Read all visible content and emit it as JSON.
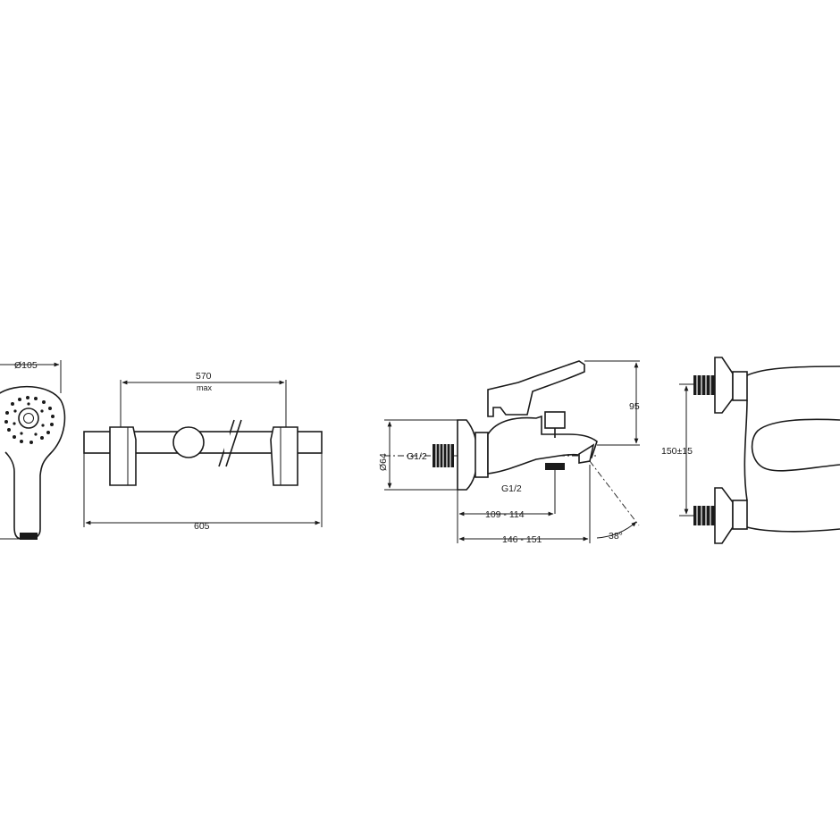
{
  "hand_shower": {
    "diameter_label": "Ø105"
  },
  "slide_bar": {
    "spacing_label": "570",
    "spacing_sub_label": "max",
    "length_label": "605"
  },
  "bath_mixer_side": {
    "diameter_label": "Ø64",
    "inlet_thread_label": "G1/2",
    "outlet_thread_label": "G1/2",
    "height_label": "95",
    "outlet_reach_label": "109 - 114",
    "spout_reach_label": "146 - 151",
    "spout_angle_label": "38°"
  },
  "bath_mixer_front": {
    "inlet_spacing_label": "150±15"
  }
}
